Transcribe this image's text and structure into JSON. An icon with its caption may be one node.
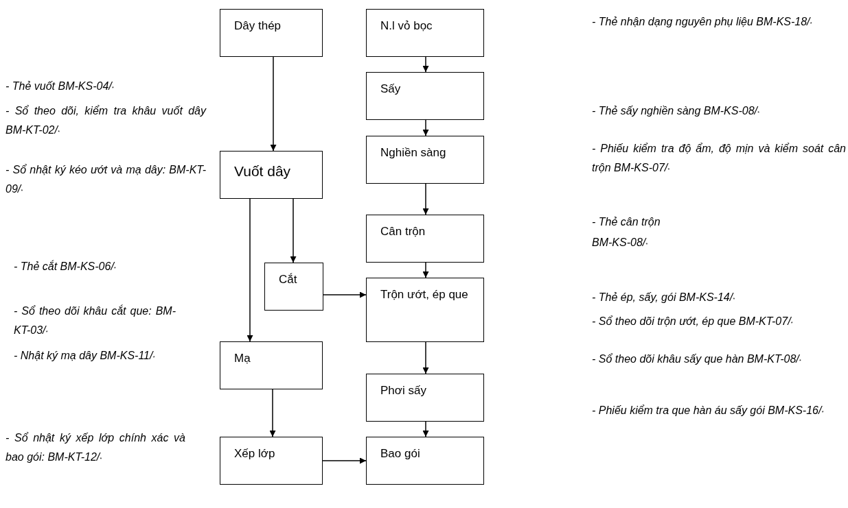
{
  "diagram": {
    "nodes": [
      {
        "text": [
          "Dây thép"
        ]
      },
      {
        "text": [
          "N.l vỏ bọc"
        ]
      },
      {
        "text": [
          "Sấy"
        ]
      },
      {
        "text": [
          "Nghiền sàng"
        ]
      },
      {
        "text": [
          "Vuốt dây"
        ]
      },
      {
        "text": [
          "Cân trộn"
        ]
      },
      {
        "text": [
          "Cắt"
        ]
      },
      {
        "text": [
          "Trộn ướt, ép que"
        ]
      },
      {
        "text": [
          "Mạ"
        ]
      },
      {
        "text": [
          "Phơi sấy"
        ]
      },
      {
        "text": [
          "Xếp lớp"
        ]
      },
      {
        "text": [
          "Bao gói"
        ]
      }
    ],
    "edges": [
      {
        "from": 0,
        "to": 4,
        "arrow": "to"
      },
      {
        "from": 1,
        "to": 2,
        "arrow": "to"
      },
      {
        "from": 2,
        "to": 3,
        "arrow": "to"
      },
      {
        "from": 3,
        "to": 5,
        "arrow": "to"
      },
      {
        "from": 4,
        "to": 6,
        "arrow": "to"
      },
      {
        "from": 4,
        "to": 8,
        "arrow": "to"
      },
      {
        "from": 5,
        "to": 7,
        "arrow": "to"
      },
      {
        "from": 6,
        "to": 7,
        "arrow": "to"
      },
      {
        "from": 7,
        "to": 9,
        "arrow": "to"
      },
      {
        "from": 8,
        "to": 10,
        "arrow": "to"
      },
      {
        "from": 9,
        "to": 11,
        "arrow": "to"
      },
      {
        "from": 10,
        "to": 11,
        "arrow": "to"
      }
    ],
    "labels": [
      "- Thẻ vuốt BM-KS-04/$_{*}$",
      "- Sổ theo dõi, kiểm tra khâu vuốt dây BM-KT-02/$_{*}$",
      "- Sổ nhật ký kéo ướt và mạ dây: BM-KT-09/$_{*}$",
      "- Thẻ cắt BM-KS-06/$_{*}$",
      "- Sổ theo dõi khâu cắt que: BM-KT-03/$_{*}$",
      "- Nhật ký mạ dây BM-KS-11/$_{*}$",
      "- Sổ nhật ký xếp lớp chính xác và bao gói: BM-KT-12/$_{*}$",
      "- Thẻ nhận dạng nguyên phụ liệu BM-KS-18/$_{*}$",
      "- Thẻ sấy nghiền sàng BM-KS-08/$_{*}$",
      "- Phiếu kiểm tra độ ẩm, độ mịn và kiểm soát cân trộn BM-KS-07/$_{*}$",
      "- Thẻ cân trộn",
      "BM-KS-08/$_{*}$",
      "- Thẻ ép, sấy, gói BM-KS-14/$_{*}$",
      "- Sổ theo dõi trộn ướt, ép que BM-KT-07/$_{*}$",
      "- Sổ theo dõi khâu sấy que hàn BM-KT-08/$_{*}$",
      "- Phiếu kiểm tra que hàn áu sấy gói BM-KS-16/$_{*}$"
    ]
  }
}
